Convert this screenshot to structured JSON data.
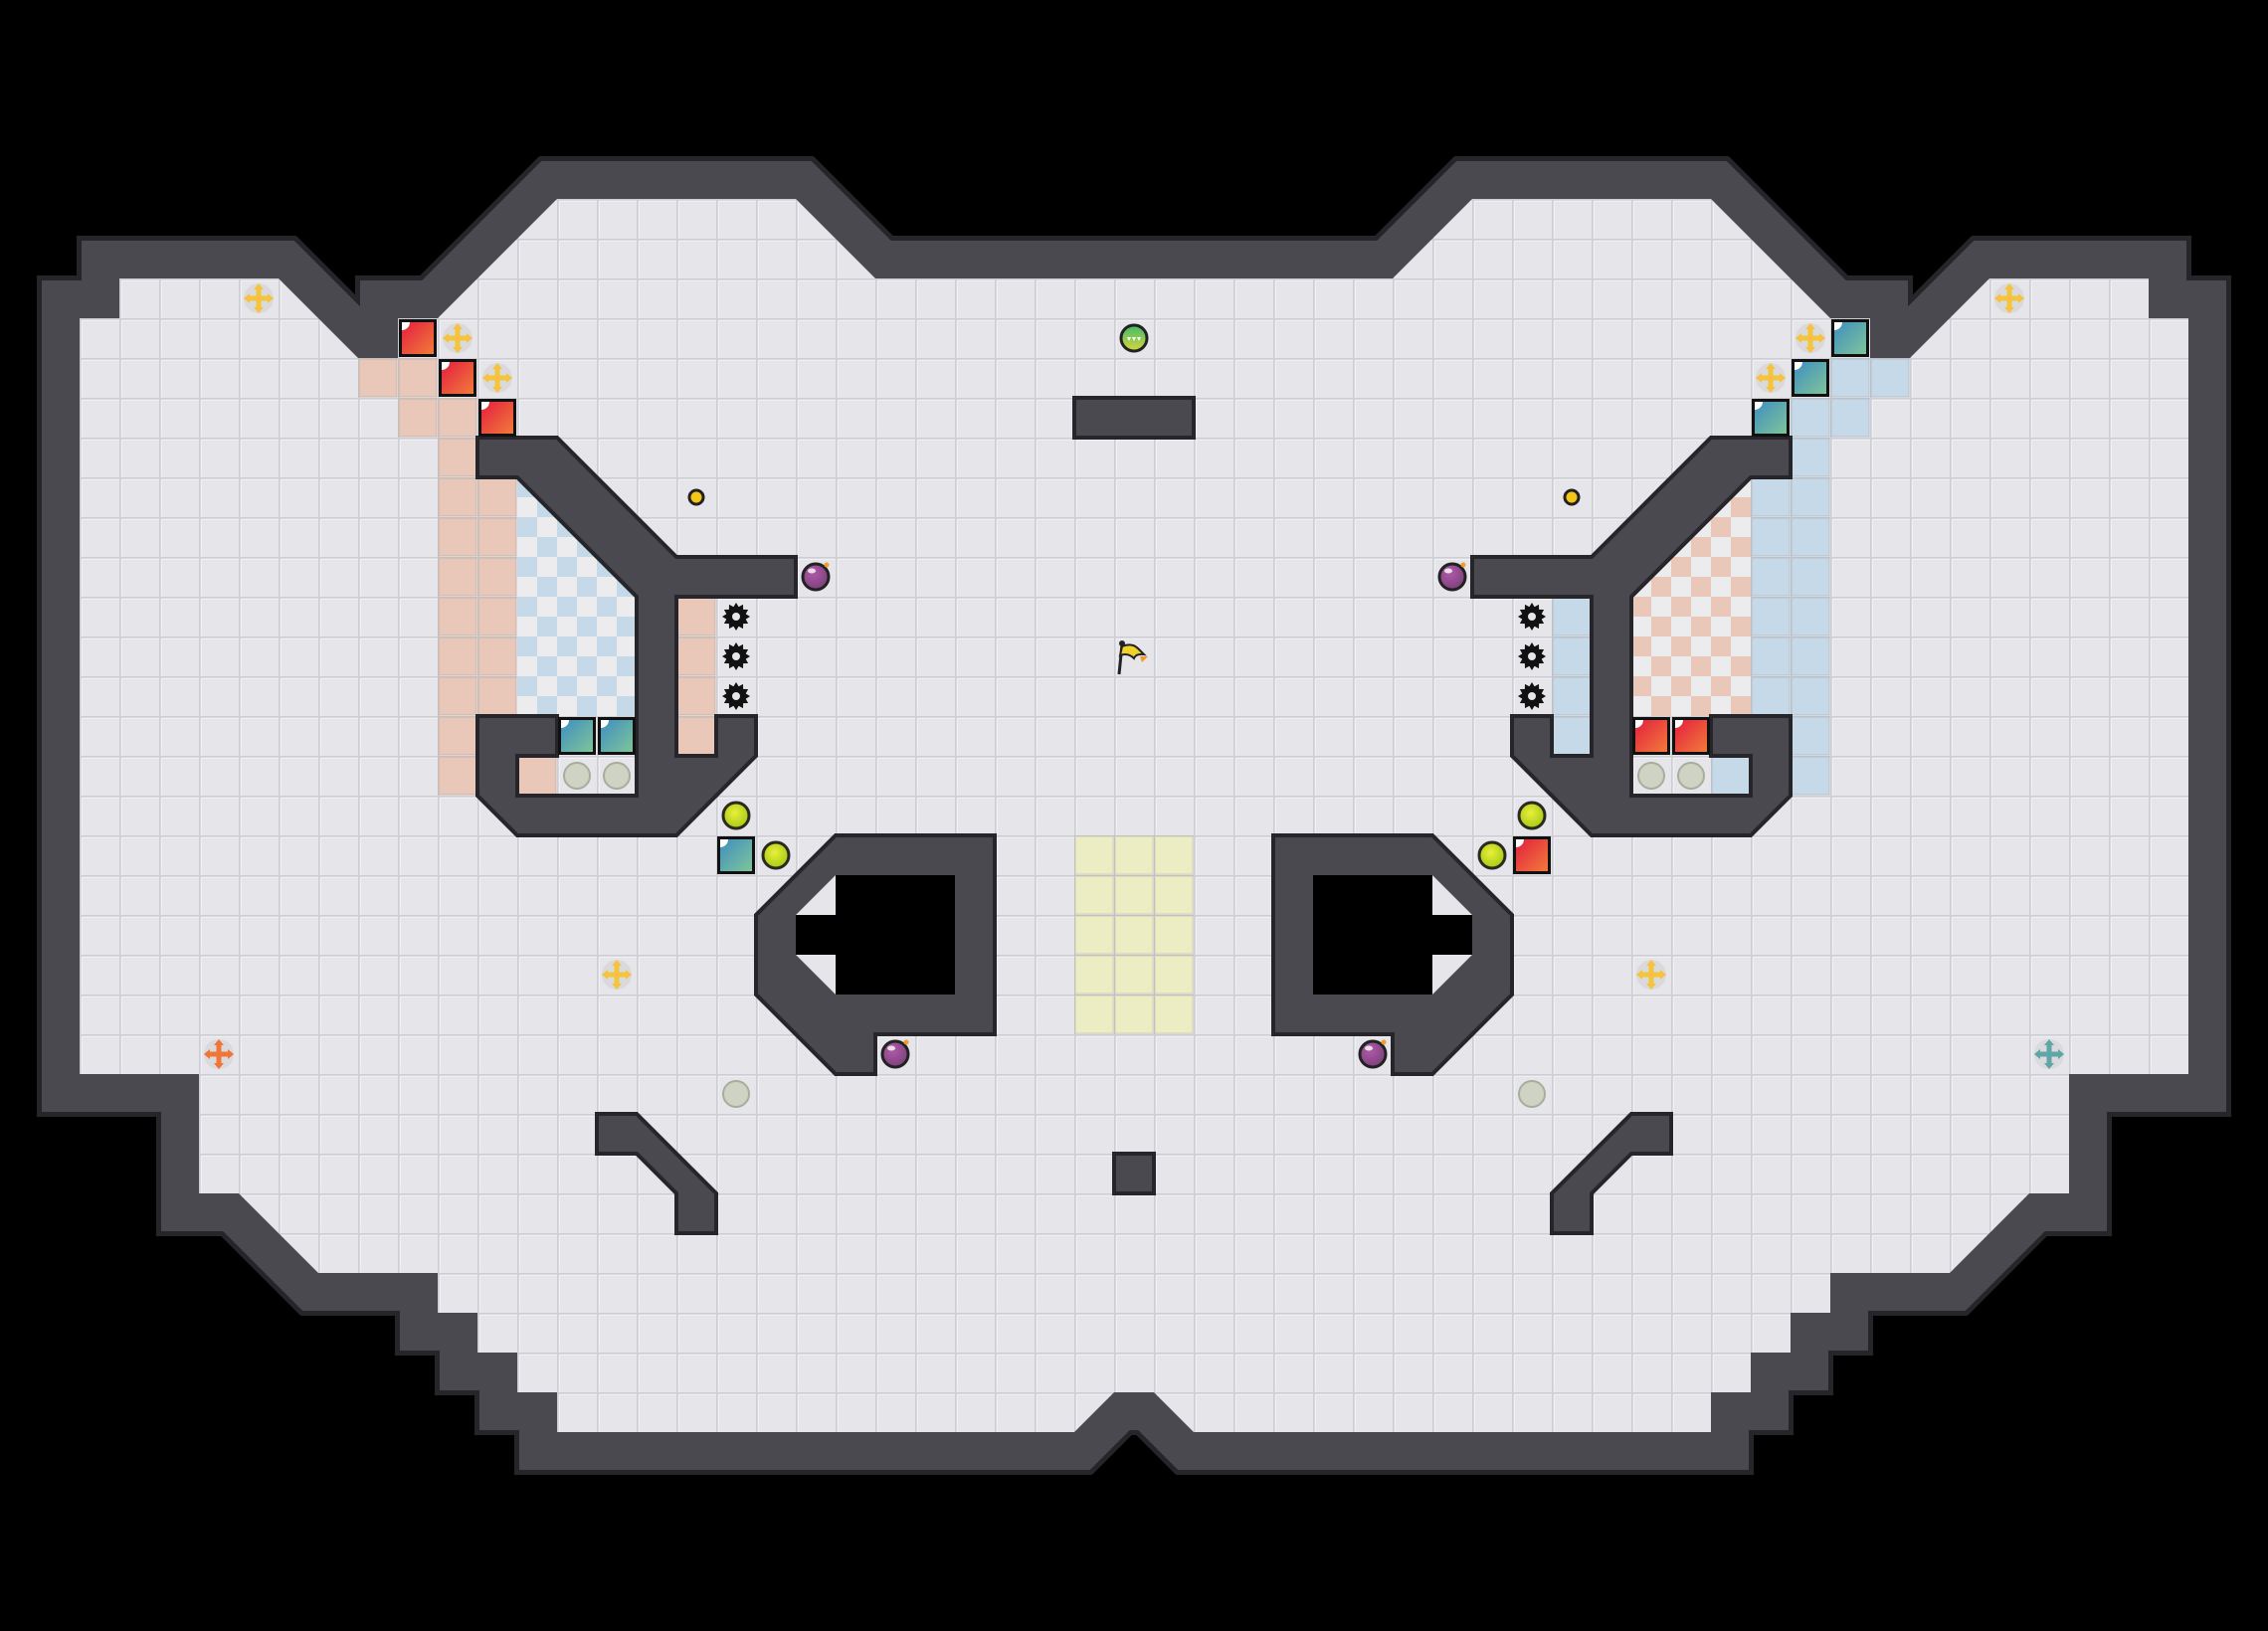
{
  "level": {
    "symmetry": "mirrored-left-right",
    "teams": [
      "red",
      "teal"
    ]
  },
  "palette": {
    "background": "#000000",
    "floor": "#e5e5ea",
    "floor_line": "#cfcfd6",
    "wall": "#4a494f",
    "wall_edge": "#26262a",
    "red_zone": "#e9c7b9",
    "blue_zone": "#c5d9e8",
    "neutral_zone": "#ecedc2",
    "red_block": "#e8323a",
    "teal_block": "#4aa3b0",
    "cross_yellow": "#f6c33c",
    "cross_orange": "#f07636",
    "cross_teal": "#5ea7a6",
    "bomb": "#8a3f8f",
    "gear": "#111111",
    "lime_orb": "#c8e01c",
    "gray_pad": "#cfd3c3",
    "coin": "#f5c518",
    "flag": "#f0d22a",
    "speed_orb": "#5cc06a"
  },
  "icons": [
    "red-block-icon",
    "teal-block-icon",
    "move-cross-icon",
    "bomb-icon",
    "gear-spike-icon",
    "lime-orb-icon",
    "gray-pad-icon",
    "coin-icon",
    "flag-icon",
    "speed-boost-icon"
  ]
}
